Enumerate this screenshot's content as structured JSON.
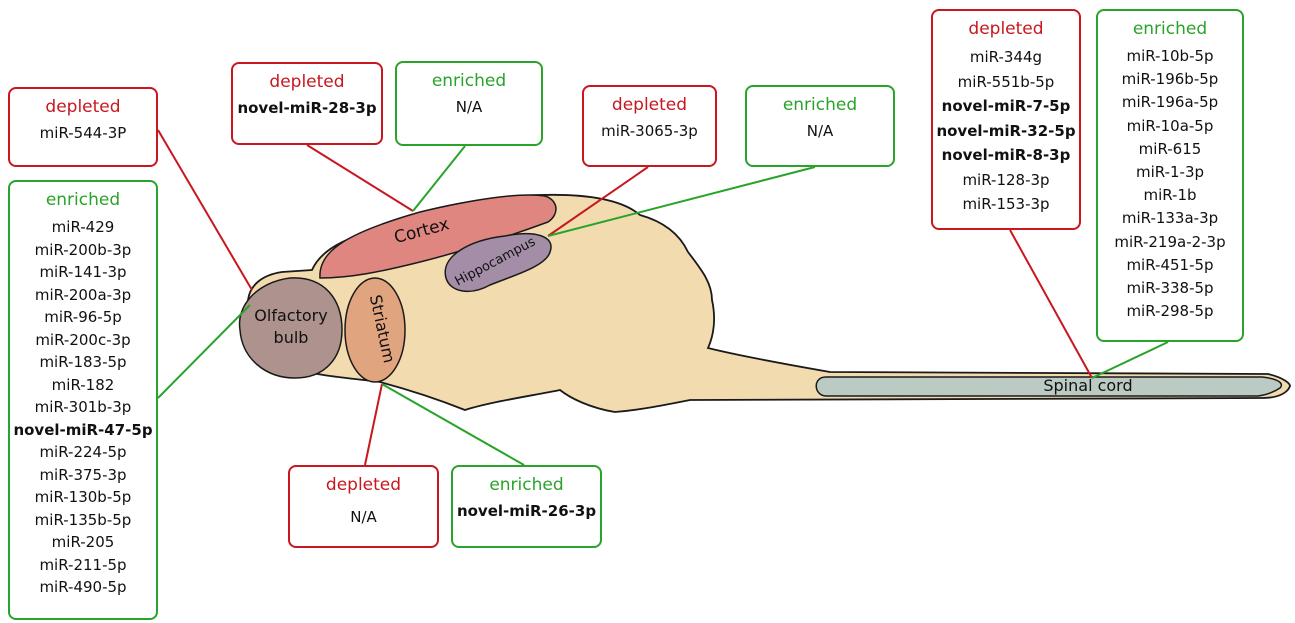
{
  "colors": {
    "depleted": "#c8171e",
    "enriched": "#2aa32a"
  },
  "regions": {
    "cortex": "Cortex",
    "hippocampus": "Hippocampus",
    "olfactory_bulb_line1": "Olfactory",
    "olfactory_bulb_line2": "bulb",
    "striatum": "Striatum",
    "spinal_cord": "Spinal cord"
  },
  "boxes": [
    {
      "id": "ob-depleted",
      "heading": "depleted",
      "items": [
        {
          "text": "miR-544-3P",
          "bold": false
        }
      ]
    },
    {
      "id": "ob-enriched",
      "heading": "enriched",
      "items": [
        {
          "text": "miR-429",
          "bold": false
        },
        {
          "text": "miR-200b-3p",
          "bold": false
        },
        {
          "text": "miR-141-3p",
          "bold": false
        },
        {
          "text": "miR-200a-3p",
          "bold": false
        },
        {
          "text": "miR-96-5p",
          "bold": false
        },
        {
          "text": "miR-200c-3p",
          "bold": false
        },
        {
          "text": "miR-183-5p",
          "bold": false
        },
        {
          "text": "miR-182",
          "bold": false
        },
        {
          "text": "miR-301b-3p",
          "bold": false
        },
        {
          "text": "novel-miR-47-5p",
          "bold": true
        },
        {
          "text": "miR-224-5p",
          "bold": false
        },
        {
          "text": "miR-375-3p",
          "bold": false
        },
        {
          "text": "miR-130b-5p",
          "bold": false
        },
        {
          "text": "miR-135b-5p",
          "bold": false
        },
        {
          "text": "miR-205",
          "bold": false
        },
        {
          "text": "miR-211-5p",
          "bold": false
        },
        {
          "text": "miR-490-5p",
          "bold": false
        }
      ]
    },
    {
      "id": "cortex-depleted",
      "heading": "depleted",
      "items": [
        {
          "text": "novel-miR-28-3p",
          "bold": true
        }
      ]
    },
    {
      "id": "cortex-enriched",
      "heading": "enriched",
      "items": [
        {
          "text": "N/A",
          "bold": false
        }
      ]
    },
    {
      "id": "hippo-depleted",
      "heading": "depleted",
      "items": [
        {
          "text": "miR-3065-3p",
          "bold": false
        }
      ]
    },
    {
      "id": "hippo-enriched",
      "heading": "enriched",
      "items": [
        {
          "text": "N/A",
          "bold": false
        }
      ]
    },
    {
      "id": "striatum-depleted",
      "heading": "depleted",
      "items": [
        {
          "text": "N/A",
          "bold": false
        }
      ]
    },
    {
      "id": "striatum-enriched",
      "heading": "enriched",
      "items": [
        {
          "text": "novel-miR-26-3p",
          "bold": true
        }
      ]
    },
    {
      "id": "spinal-depleted",
      "heading": "depleted",
      "items": [
        {
          "text": "miR-344g",
          "bold": false
        },
        {
          "text": "miR-551b-5p",
          "bold": false
        },
        {
          "text": "novel-miR-7-5p",
          "bold": true
        },
        {
          "text": "novel-miR-32-5p",
          "bold": true
        },
        {
          "text": "novel-miR-8-3p",
          "bold": true
        },
        {
          "text": "miR-128-3p",
          "bold": false
        },
        {
          "text": "miR-153-3p",
          "bold": false
        }
      ]
    },
    {
      "id": "spinal-enriched",
      "heading": "enriched",
      "items": [
        {
          "text": "miR-10b-5p",
          "bold": false
        },
        {
          "text": "miR-196b-5p",
          "bold": false
        },
        {
          "text": "miR-196a-5p",
          "bold": false
        },
        {
          "text": "miR-10a-5p",
          "bold": false
        },
        {
          "text": "miR-615",
          "bold": false
        },
        {
          "text": "miR-1-3p",
          "bold": false
        },
        {
          "text": "miR-1b",
          "bold": false
        },
        {
          "text": "miR-133a-3p",
          "bold": false
        },
        {
          "text": "miR-219a-2-3p",
          "bold": false
        },
        {
          "text": "miR-451-5p",
          "bold": false
        },
        {
          "text": "miR-338-5p",
          "bold": false
        },
        {
          "text": "miR-298-5p",
          "bold": false
        }
      ]
    }
  ]
}
